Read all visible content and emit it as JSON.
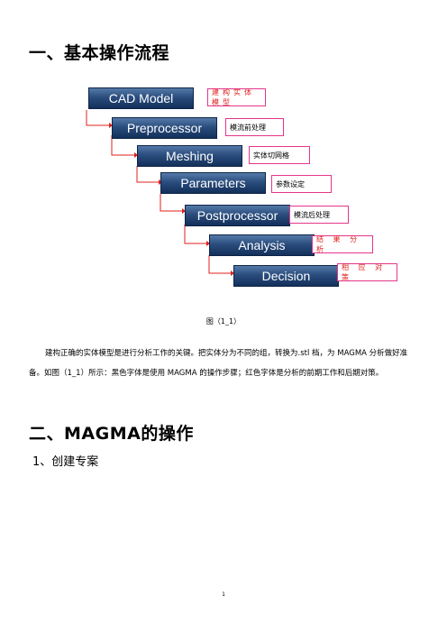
{
  "heading1": "一、基本操作流程",
  "flow": {
    "steps": [
      {
        "label": "CAD Model",
        "note": "建构实体模型",
        "note_color": "red"
      },
      {
        "label": "Preprocessor",
        "note": "模流前处理",
        "note_color": "black"
      },
      {
        "label": "Meshing",
        "note": "实体切网格",
        "note_color": "black"
      },
      {
        "label": "Parameters",
        "note": "参数设定",
        "note_color": "black"
      },
      {
        "label": "Postprocessor",
        "note": "模流后处理",
        "note_color": "black"
      },
      {
        "label": "Analysis",
        "note": "结 果 分 析",
        "note_color": "red"
      },
      {
        "label": "Decision",
        "note": "相 应 对 策",
        "note_color": "red"
      }
    ],
    "connector_color": "#e0201c",
    "note_border_color": "#e4368a"
  },
  "figure_caption": "图（1_1）",
  "paragraph": "建构正确的实体模型是进行分析工作的关键。把实体分为不同的组，转换为.stl 档，为 MAGMA 分析做好准备。如图（1_1）所示：黑色字体是使用 MAGMA 的操作步骤；红色字体是分析的前期工作和后期对策。",
  "heading2": "二、MAGMA的操作",
  "heading3": "1、创建专案",
  "page_number": "1"
}
